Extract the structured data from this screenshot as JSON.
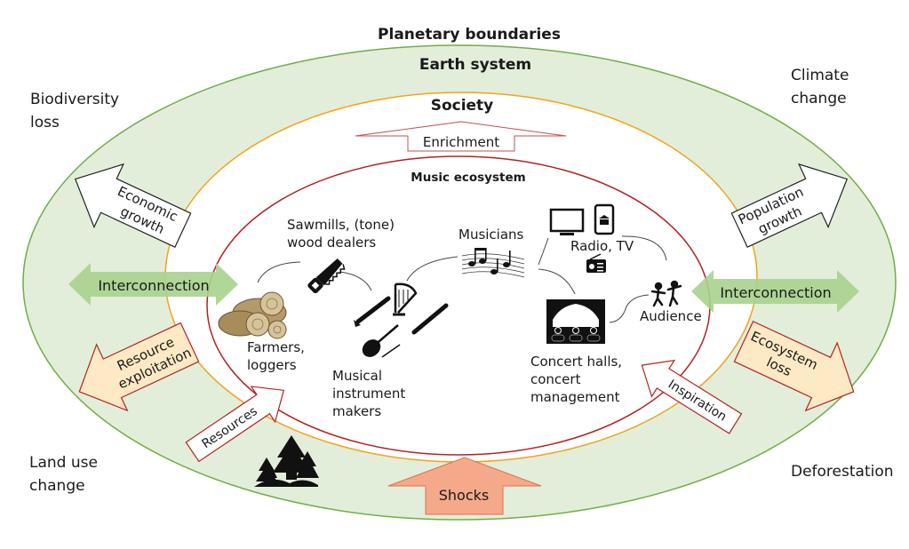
{
  "title": "Planetary boundaries",
  "layers": {
    "earth_system": "Earth system",
    "society": "Society",
    "music_ecosystem": "Music ecosystem"
  },
  "corners": {
    "top_left": [
      "Biodiversity",
      "loss"
    ],
    "top_right": [
      "Climate",
      "change"
    ],
    "bottom_left": [
      "Land use",
      "change"
    ],
    "bottom_right": "Deforestation"
  },
  "arrows": {
    "enrichment": "Enrichment",
    "economic_growth": [
      "Economic",
      "growth"
    ],
    "population_growth": [
      "Population",
      "growth"
    ],
    "interconnection_left": "Interconnection",
    "interconnection_right": "Interconnection",
    "resource_exploitation": [
      "Resource",
      "exploitation"
    ],
    "ecosystem_loss": [
      "Ecosystem",
      "loss"
    ],
    "resources": "Resources",
    "inspiration": "Inspiration",
    "shocks": "Shocks"
  },
  "actors": {
    "sawmills": [
      "Sawmills, (tone)",
      "wood dealers"
    ],
    "farmers": [
      "Farmers,",
      "loggers"
    ],
    "instrument_makers": [
      "Musical",
      "instrument",
      "makers"
    ],
    "musicians": "Musicians",
    "radio_tv": "Radio, TV",
    "concert_halls": [
      "Concert halls,",
      "concert",
      "management"
    ],
    "audience": "Audience"
  },
  "colors": {
    "earth_fill": "#e2eed9",
    "earth_stroke": "#70ad47",
    "society_stroke": "#f4a21e",
    "music_stroke": "#b22222",
    "interconnection_fill": "#a9d18e",
    "warning_fill": "#fde9c4",
    "shocks_fill": "#f4a98a"
  }
}
